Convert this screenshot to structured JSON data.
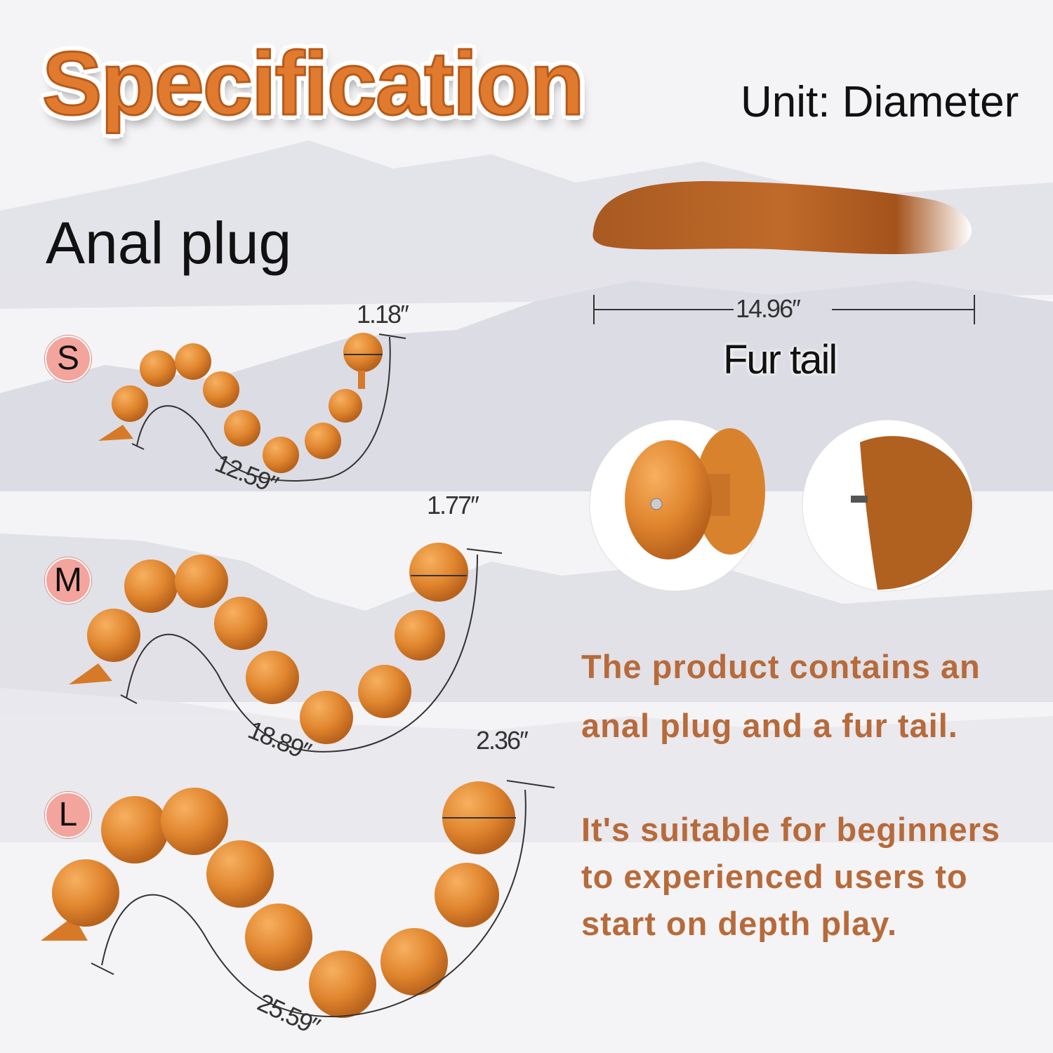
{
  "header": {
    "title": "Specification",
    "unit_label": "Unit: Diameter"
  },
  "plug": {
    "heading": "Anal plug",
    "sizes": [
      {
        "label": "S",
        "diameter": "1.18″",
        "length": "12.59″"
      },
      {
        "label": "M",
        "diameter": "1.77″",
        "length": "18.89″"
      },
      {
        "label": "L",
        "diameter": "2.36″",
        "length": "25.59″"
      }
    ]
  },
  "tail": {
    "label": "Fur tail",
    "length": "14.96″"
  },
  "description": {
    "lines": [
      "The product contains an",
      "anal plug and a fur tail.",
      "It's suitable for beginners",
      "to experienced users to",
      "start on depth play."
    ]
  },
  "colors": {
    "accent": "#e07a2e",
    "text_brown": "#b76a3a",
    "size_badge": "#f3a49d",
    "bead": "#e58a32"
  }
}
